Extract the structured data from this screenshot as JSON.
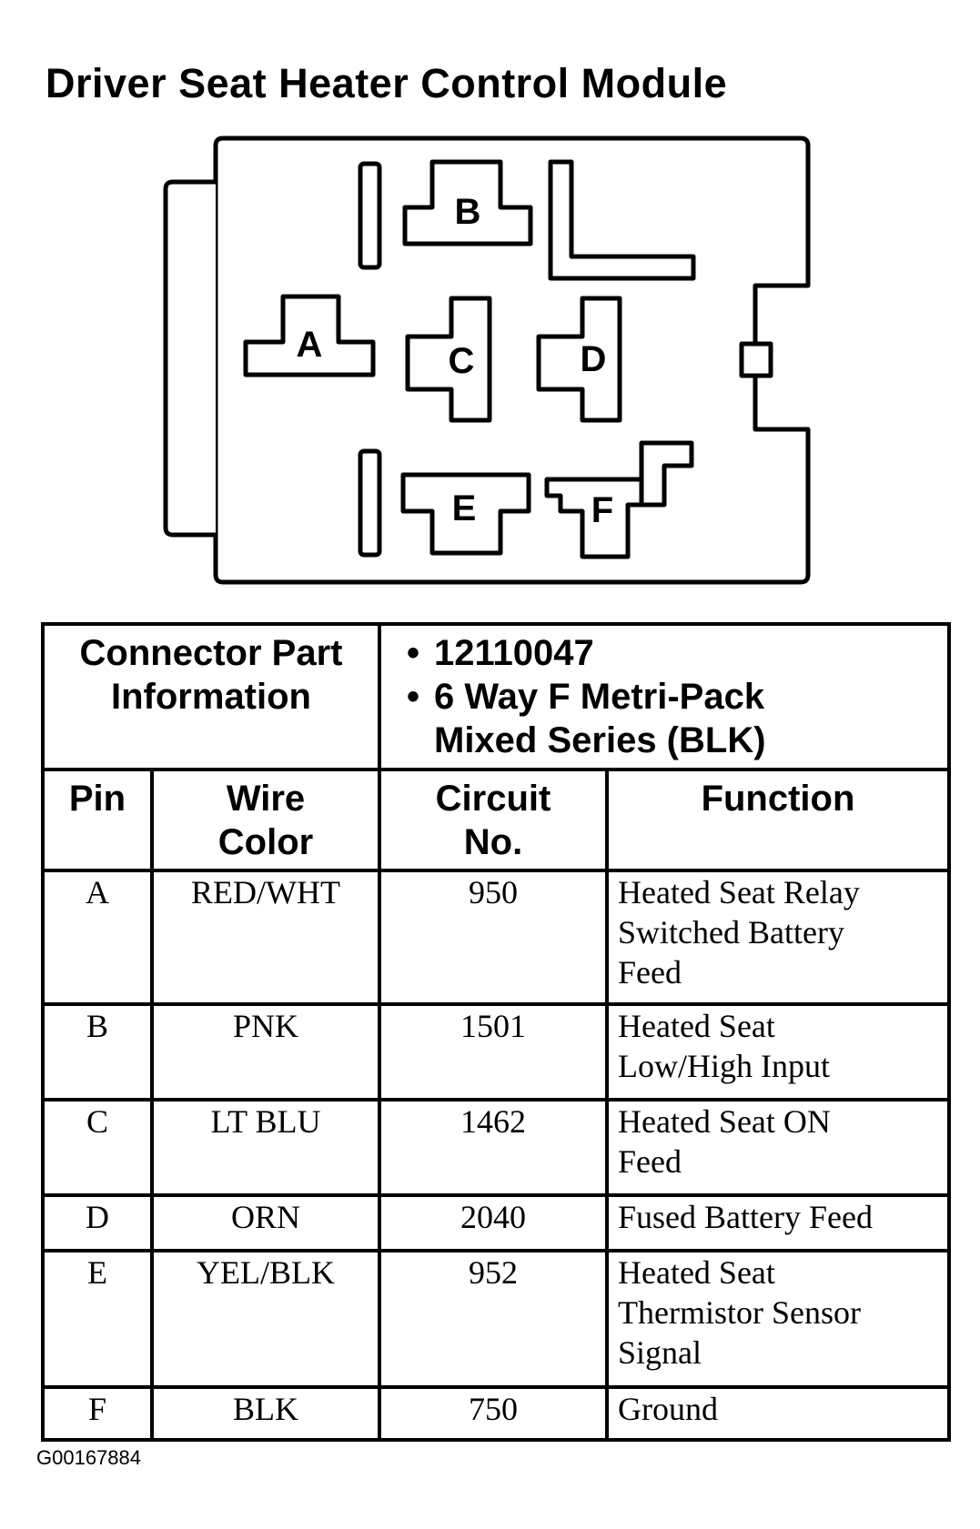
{
  "title": "Driver Seat Heater Control Module",
  "connector": {
    "pins": [
      "A",
      "B",
      "C",
      "D",
      "E",
      "F"
    ]
  },
  "part_info": {
    "label_line1": "Connector Part",
    "label_line2": "Information",
    "bullet": "•",
    "part_number": "12110047",
    "description_line1": "6 Way F Metri-Pack",
    "description_line2": "Mixed Series (BLK)"
  },
  "headers": {
    "pin": "Pin",
    "wire_line1": "Wire",
    "wire_line2": "Color",
    "circuit_line1": "Circuit",
    "circuit_line2": "No.",
    "function": "Function"
  },
  "rows": [
    {
      "pin": "A",
      "color": "RED/WHT",
      "circuit": "950",
      "function": [
        "Heated Seat Relay",
        "Switched Battery",
        "Feed"
      ]
    },
    {
      "pin": "B",
      "color": "PNK",
      "circuit": "1501",
      "function": [
        "Heated Seat",
        "Low/High Input"
      ]
    },
    {
      "pin": "C",
      "color": "LT BLU",
      "circuit": "1462",
      "function": [
        "Heated Seat ON",
        "Feed"
      ]
    },
    {
      "pin": "D",
      "color": "ORN",
      "circuit": "2040",
      "function": [
        "Fused Battery Feed"
      ]
    },
    {
      "pin": "E",
      "color": "YEL/BLK",
      "circuit": "952",
      "function": [
        "Heated Seat",
        "Thermistor Sensor",
        "Signal"
      ]
    },
    {
      "pin": "F",
      "color": "BLK",
      "circuit": "750",
      "function": [
        "Ground"
      ]
    }
  ],
  "figure_id": "G00167884"
}
